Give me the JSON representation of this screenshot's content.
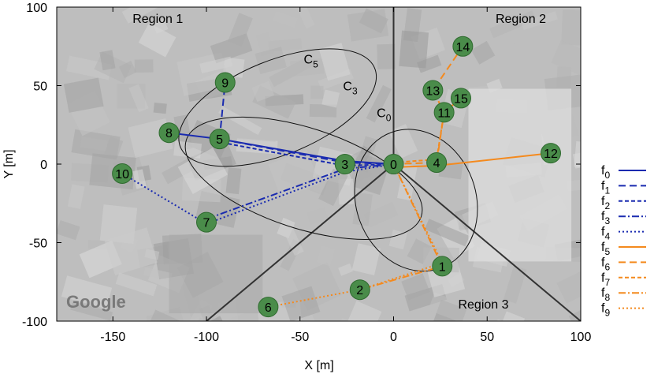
{
  "chart_data": {
    "type": "scatter",
    "title": "",
    "xlabel": "X [m]",
    "ylabel": "Y [m]",
    "xlim": [
      -180,
      100
    ],
    "ylim": [
      -100,
      100
    ],
    "x_ticks": [
      -150,
      -100,
      -50,
      0,
      50,
      100
    ],
    "y_ticks": [
      -100,
      -50,
      0,
      50,
      100
    ],
    "x_tick_labels": [
      "-150",
      "-100",
      "-50",
      "0",
      "50",
      "100"
    ],
    "y_tick_labels": [
      "-100",
      "-50",
      "0",
      "50",
      "100"
    ],
    "background": "aerial map imagery (grayscale)",
    "watermark": "Google",
    "node_color": "#4a8c4a",
    "blue": "#1a2bb0",
    "orange": "#f48a1e",
    "boundary_color": "#333333",
    "nodes": [
      {
        "id": "0",
        "x": 0,
        "y": 0
      },
      {
        "id": "1",
        "x": 26,
        "y": -65
      },
      {
        "id": "2",
        "x": -18,
        "y": -80
      },
      {
        "id": "3",
        "x": -26,
        "y": 0
      },
      {
        "id": "4",
        "x": 23,
        "y": 1
      },
      {
        "id": "5",
        "x": -93,
        "y": 16
      },
      {
        "id": "6",
        "x": -67,
        "y": -91
      },
      {
        "id": "7",
        "x": -100,
        "y": -37
      },
      {
        "id": "8",
        "x": -120,
        "y": 20
      },
      {
        "id": "9",
        "x": -90,
        "y": 52
      },
      {
        "id": "10",
        "x": -145,
        "y": -6
      },
      {
        "id": "11",
        "x": 27,
        "y": 33
      },
      {
        "id": "12",
        "x": 84,
        "y": 7
      },
      {
        "id": "13",
        "x": 21,
        "y": 47
      },
      {
        "id": "14",
        "x": 37,
        "y": 75
      },
      {
        "id": "15",
        "x": 36,
        "y": 42
      }
    ],
    "series": [
      {
        "name": "f0",
        "dash": "solid",
        "color": "blue",
        "path": [
          [
            0,
            0
          ],
          [
            -26,
            2
          ],
          [
            -93,
            16
          ],
          [
            -120,
            20
          ]
        ]
      },
      {
        "name": "f1",
        "dash": "dashed",
        "color": "blue",
        "path": [
          [
            0,
            0
          ],
          [
            -26,
            1
          ],
          [
            -93,
            16
          ],
          [
            -90,
            52
          ]
        ]
      },
      {
        "name": "f2",
        "dash": "dense-dash",
        "color": "blue",
        "path": [
          [
            0,
            0
          ],
          [
            -26,
            -1
          ],
          [
            -93,
            14
          ]
        ]
      },
      {
        "name": "f3",
        "dash": "dashdot",
        "color": "blue",
        "path": [
          [
            0,
            0
          ],
          [
            -26,
            -3
          ],
          [
            -100,
            -35
          ]
        ]
      },
      {
        "name": "f4",
        "dash": "dotted",
        "color": "blue",
        "path": [
          [
            0,
            0
          ],
          [
            -26,
            -5
          ],
          [
            -100,
            -38
          ],
          [
            -145,
            -6
          ]
        ]
      },
      {
        "name": "f5",
        "dash": "solid",
        "color": "orange",
        "path": [
          [
            0,
            -2
          ],
          [
            23,
            -1
          ],
          [
            84,
            7
          ]
        ]
      },
      {
        "name": "f6",
        "dash": "dashed",
        "color": "orange",
        "path": [
          [
            0,
            0
          ],
          [
            23,
            1
          ],
          [
            27,
            33
          ],
          [
            21,
            47
          ],
          [
            37,
            75
          ]
        ]
      },
      {
        "name": "f7",
        "dash": "dense-dash",
        "color": "orange",
        "path": [
          [
            0,
            1
          ],
          [
            23,
            3
          ],
          [
            27,
            33
          ],
          [
            36,
            42
          ]
        ]
      },
      {
        "name": "f8",
        "dash": "dashdot",
        "color": "orange",
        "path": [
          [
            0,
            0
          ],
          [
            26,
            -65
          ],
          [
            -18,
            -80
          ]
        ]
      },
      {
        "name": "f9",
        "dash": "dotted",
        "color": "orange",
        "path": [
          [
            0,
            0
          ],
          [
            26,
            -63
          ],
          [
            -18,
            -80
          ],
          [
            -67,
            -91
          ]
        ]
      }
    ],
    "ellipses": [
      {
        "label": "C5",
        "cx": -62,
        "cy": 36,
        "rx": 56,
        "ry": 30,
        "angle": -22
      },
      {
        "label": "C3",
        "cx": -48,
        "cy": -9,
        "rx": 66,
        "ry": 32,
        "angle": 18
      },
      {
        "label": "C0",
        "cx": 12,
        "cy": -23,
        "rx": 32,
        "ry": 46,
        "angle": -20
      }
    ],
    "ellipse_labels": [
      {
        "text": "C",
        "sub": "5",
        "x": -48,
        "y": 64
      },
      {
        "text": "C",
        "sub": "3",
        "x": -27,
        "y": 47
      },
      {
        "text": "C",
        "sub": "0",
        "x": -9,
        "y": 30
      }
    ],
    "boundaries": [
      [
        [
          0,
          100
        ],
        [
          0,
          0
        ]
      ],
      [
        [
          0,
          0
        ],
        [
          -100,
          -100
        ]
      ],
      [
        [
          0,
          0
        ],
        [
          100,
          -100
        ]
      ]
    ],
    "regions": [
      {
        "label": "Region 1",
        "x": -126,
        "y": 90
      },
      {
        "label": "Region 2",
        "x": 68,
        "y": 90
      },
      {
        "label": "Region 3",
        "x": 48,
        "y": -92
      }
    ],
    "legend_position": "right"
  }
}
